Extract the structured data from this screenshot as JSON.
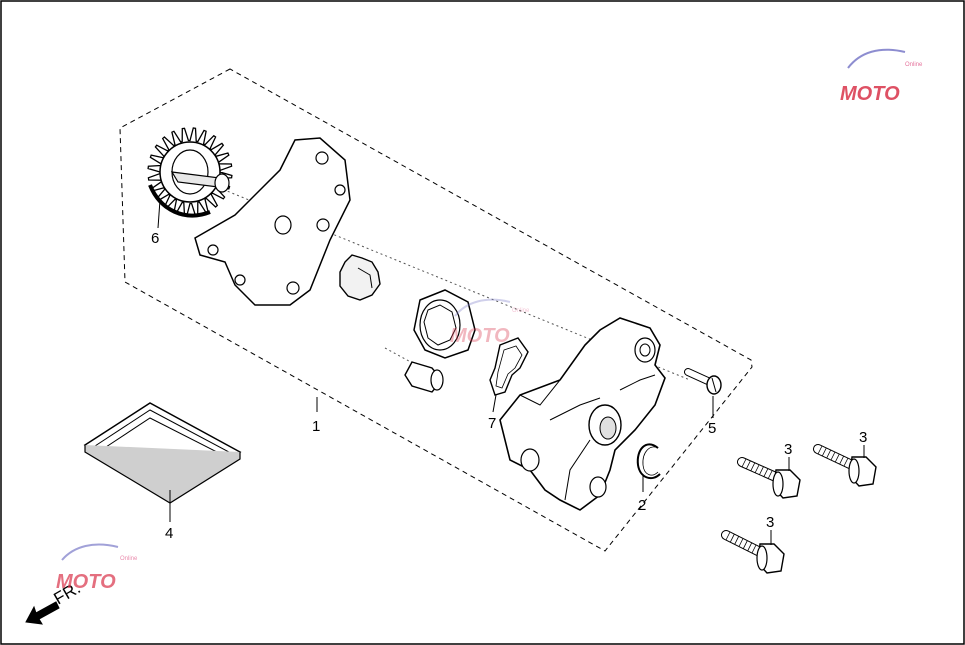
{
  "diagram": {
    "callouts": [
      {
        "id": "1",
        "label": "1"
      },
      {
        "id": "2",
        "label": "2"
      },
      {
        "id": "3a",
        "label": "3"
      },
      {
        "id": "3b",
        "label": "3"
      },
      {
        "id": "3c",
        "label": "3"
      },
      {
        "id": "4",
        "label": "4"
      },
      {
        "id": "5",
        "label": "5"
      },
      {
        "id": "6",
        "label": "6"
      },
      {
        "id": "7",
        "label": "7"
      }
    ],
    "direction_label": "FR.",
    "watermark": {
      "text": "MOTO",
      "subtext": "Online"
    },
    "colors": {
      "line": "#000000",
      "part_fill": "#ffffff",
      "shade": "#cfcfcf",
      "watermark_red": "#d9334a",
      "watermark_blue": "#7a7ac8"
    }
  }
}
